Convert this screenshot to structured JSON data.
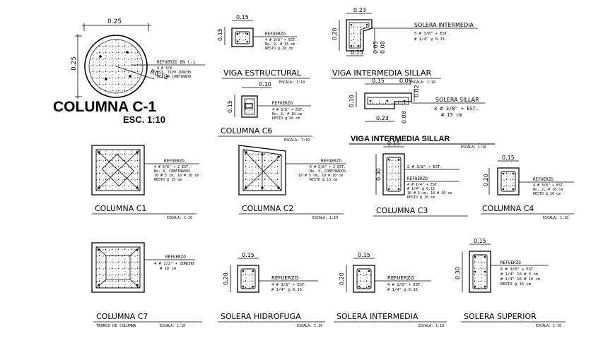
{
  "drawing": {
    "col_c1_main": {
      "title": "COLUMNA C-1",
      "scale": "ESC. 1:10",
      "dim_top": "0.25",
      "dim_left": "0.25",
      "radius": "R0.13",
      "notes": [
        "REFUERZO EN C-1",
        "4 # 3/8",
        "EST. TIPO ZUNCHO",
        "DE 1/4 CONFINADO"
      ]
    },
    "viga_estructural": {
      "title": "VIGA ESTRUCTURAL",
      "scale": "ESCALA: 1:10",
      "dim_top": "0.15",
      "dim_left": "0.15",
      "notes": [
        "REFUERZO",
        "4 # 3/8\" + EST.",
        "No. 2, # 15 cm",
        "RESTO @ 20 cm"
      ]
    },
    "viga_intermedia_sillar_top": {
      "title": "VIGA INTERMEDIA SILLAR",
      "scale": "ESCALA: 1:10",
      "dim_top": "0.23",
      "dim_left": "0.20",
      "dim_bottom": "0.15",
      "dim_right_a": "0.08",
      "dim_right_b": "0.05",
      "label": "SOLERA INTERMEDIA",
      "notes": [
        "5 # 3/8\" + EST.",
        "# 1/4\" @ 0.15"
      ]
    },
    "col_c6": {
      "title": "COLUMNA C6",
      "scale": "ESCALA: 1:10",
      "dim_top": "0.10",
      "dim_left": "0.15",
      "notes": [
        "REFUERZO",
        "4 # 3/8\" + EST.",
        "No. 2, # 10 cm",
        "RESTO @ 20 cm"
      ]
    },
    "solera_sillar": {
      "label": "SOLERA SILLAR",
      "dim_top_a": "0.15",
      "dim_top_b": "0.08",
      "dim_left": "0.10",
      "dim_right": "0.02",
      "dim_bottom_a": "0.23",
      "dim_bottom_b": "0.08",
      "notes": [
        "3 # 3/8\" + EST.",
        "# 15 cm"
      ]
    },
    "viga_intermedia_sillar_mid": {
      "title": "VIGA INTERMEDIA SILLAR",
      "scale": "ESCALA: 1:10"
    },
    "col_c1": {
      "title": "COLUMNA C1",
      "scale": "ESCALA: 1:10",
      "notes": [
        "REFUERZO",
        "4 # 5/8\" + 2 EST.",
        "No. 3, CONFINADOS",
        "10 # 5 cm, 10 # 10 cm",
        "RESTO @ 15 cm"
      ]
    },
    "col_c2": {
      "title": "COLUMNA C2",
      "scale": "ESCALA: 1:10",
      "notes": [
        "REFUERZO",
        "6 # 5/8\" + 2 EST.",
        "No. 3, CONFINADOS",
        "10 # 5 cm, 10 # 10 cm",
        "RESTO @ 15 cm"
      ]
    },
    "col_c3": {
      "title": "COLUMNA C3",
      "dim_top": "0.15",
      "dim_left": "0.30",
      "notes": [
        "2 # 3/8\" + EST.",
        "REFUERZO",
        "4 # 1/4\" + EST.",
        "# 1/4\" @ 0.15",
        "10 # 5 cm, 10 # 10 cm",
        "RESTO @ 20 cm"
      ]
    },
    "col_c4": {
      "title": "COLUMNA C4",
      "scale": "ESCALA: 1:10",
      "dim_top": "0.15",
      "dim_left": "0.20",
      "notes": [
        "REFUERZO",
        "4 # 3/8\" + EST.",
        "No. 2, # 10 cm",
        "RESTO @ 20 cm"
      ]
    },
    "col_c7": {
      "title": "COLUMNA C7",
      "subtitle": "TRONCO DE COLUMNA",
      "scale": "ESCALA: 1:10",
      "notes": [
        "REFUERZO",
        "4 # 1/2\" + ZUNCHO",
        "# 10 cm"
      ]
    },
    "solera_hidrofuga": {
      "title": "SOLERA HIDROFUGA",
      "scale": "ESCALA: 1:10",
      "dim_top": "0.15",
      "dim_left": "0.20",
      "notes": [
        "REFUERZO",
        "4 # 3/8\" + EST.",
        "# 1/4\" @ 0.15"
      ]
    },
    "solera_intermedia": {
      "title": "SOLERA INTERMEDIA",
      "scale": "ESCALA: 1:10",
      "dim_top": "0.15",
      "dim_left": "0.20",
      "notes": [
        "REFUERZO",
        "4 # 3/8\" + EST.",
        "# 1/4\" @ 0.15"
      ]
    },
    "solera_superior": {
      "title": "SOLERA SUPERIOR",
      "scale": "ESCALA: 1:10",
      "dim_top": "0.15",
      "dim_left": "0.30",
      "notes": [
        "REFUERZO",
        "6 # 3/8\" + EST.",
        "# 1/4\" 10 # 3 cm",
        "# 1/4\" 10 # 10 cm",
        "RESTO @ 15 cm"
      ]
    }
  }
}
